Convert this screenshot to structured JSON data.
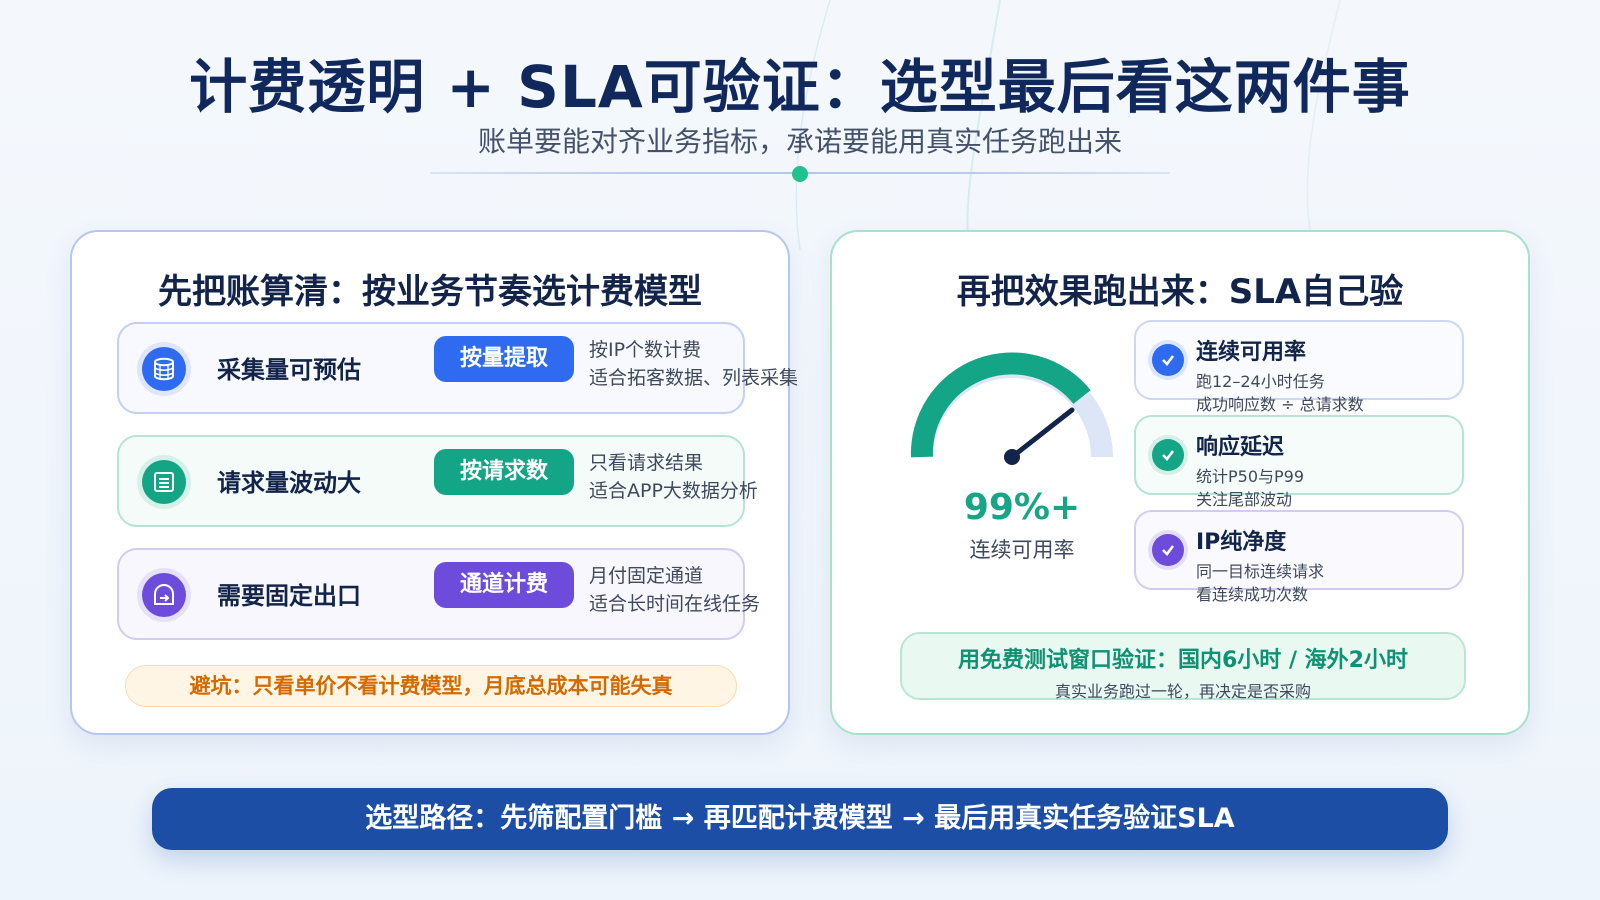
{
  "header": {
    "title": "计费透明 + SLA可验证：选型最后看这两件事",
    "subtitle": "账单要能对齐业务指标，承诺要能用真实任务跑出来"
  },
  "left_card": {
    "title": "先把账算清：按业务节奏选计费模型",
    "rows": [
      {
        "label": "采集量可预估",
        "pill": "按量提取",
        "desc1": "按IP个数计费",
        "desc2": "适合拓客数据、列表采集",
        "icon": "database-icon"
      },
      {
        "label": "请求量波动大",
        "pill": "按请求数",
        "desc1": "只看请求结果",
        "desc2": "适合APP大数据分析",
        "icon": "list-icon"
      },
      {
        "label": "需要固定出口",
        "pill": "通道计费",
        "desc1": "月付固定通道",
        "desc2": "适合长时间在线任务",
        "icon": "exit-icon"
      }
    ],
    "warning": "避坑：只看单价不看计费模型，月底总成本可能失真"
  },
  "right_card": {
    "title": "再把效果跑出来：SLA自己验",
    "gauge": {
      "value_text": "99%+",
      "label": "连续可用率",
      "fraction": 0.99
    },
    "items": [
      {
        "title": "连续可用率",
        "line1": "跑12–24小时任务",
        "line2": "成功响应数 ÷ 总请求数"
      },
      {
        "title": "响应延迟",
        "line1": "统计P50与P99",
        "line2": "关注尾部波动"
      },
      {
        "title": "IP纯净度",
        "line1": "同一目标连续请求",
        "line2": "看连续成功次数"
      }
    ],
    "trial_main": "用免费测试窗口验证：国内6小时 / 海外2小时",
    "trial_sub": "真实业务跑过一轮，再决定是否采购"
  },
  "footer": {
    "text": "选型路径：先筛配置门槛 → 再匹配计费模型 → 最后用真实任务验证SLA"
  },
  "colors": {
    "blue": "#2f6bf0",
    "green": "#14a586",
    "purple": "#6d4cdb",
    "navy": "#1d4ea6",
    "warning": "#d36a00"
  }
}
